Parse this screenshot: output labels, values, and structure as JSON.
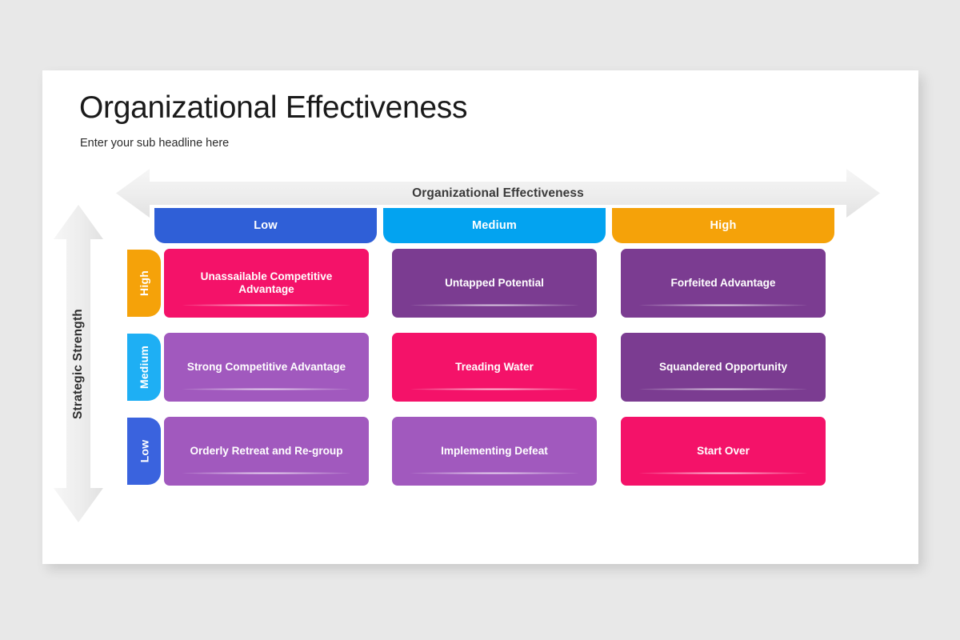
{
  "slide": {
    "title": "Organizational Effectiveness",
    "subtitle": "Enter your sub headline here"
  },
  "axes": {
    "x_axis": {
      "label": "Organizational Effectiveness",
      "arrow": "double-headed-horizontal-arrow",
      "color": "#ededed"
    },
    "y_axis": {
      "label": "Strategic Strength",
      "arrow": "double-headed-vertical-arrow",
      "color": "#ededed"
    }
  },
  "columns": [
    {
      "label": "Low",
      "color": "#2f5fd7"
    },
    {
      "label": "Medium",
      "color": "#03a3f0"
    },
    {
      "label": "High",
      "color": "#f5a209"
    }
  ],
  "rows": [
    {
      "label": "High",
      "color": "#f5a209"
    },
    {
      "label": "Medium",
      "color": "#1eaff4"
    },
    {
      "label": "Low",
      "color": "#3a63de"
    }
  ],
  "matrix": [
    [
      {
        "text": "Unassailable Competitive Advantage",
        "color": "#f41269"
      },
      {
        "text": "Untapped Potential",
        "color": "#7b3c91"
      },
      {
        "text": "Forfeited Advantage",
        "color": "#7b3c91"
      }
    ],
    [
      {
        "text": "Strong Competitive Advantage",
        "color": "#a159be"
      },
      {
        "text": "Treading Water",
        "color": "#f41269"
      },
      {
        "text": "Squandered Opportunity",
        "color": "#7b3c91"
      }
    ],
    [
      {
        "text": "Orderly Retreat and Re-group",
        "color": "#a159be"
      },
      {
        "text": "Implementing Defeat",
        "color": "#a159be"
      },
      {
        "text": "Start Over",
        "color": "#f41269"
      }
    ]
  ],
  "chart_data": {
    "type": "table",
    "title": "Organizational Effectiveness",
    "xlabel": "Organizational Effectiveness",
    "ylabel": "Strategic Strength",
    "x_categories": [
      "Low",
      "Medium",
      "High"
    ],
    "y_categories": [
      "High",
      "Medium",
      "Low"
    ],
    "cells": [
      [
        "Unassailable Competitive Advantage",
        "Untapped Potential",
        "Forfeited Advantage"
      ],
      [
        "Strong Competitive Advantage",
        "Treading Water",
        "Squandered Opportunity"
      ],
      [
        "Orderly Retreat and Re-group",
        "Implementing Defeat",
        "Start Over"
      ]
    ]
  }
}
